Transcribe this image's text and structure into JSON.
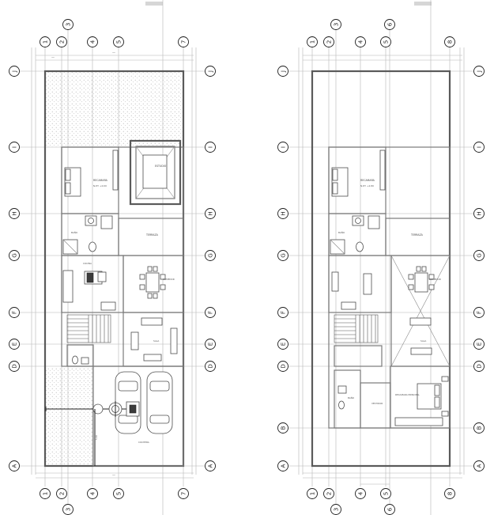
{
  "plans": [
    {
      "name": "left",
      "top_axes": [
        "1",
        "2",
        "3",
        "4",
        "5",
        "7"
      ],
      "bottom_axes": [
        "1",
        "2",
        "3",
        "4",
        "5",
        "7"
      ],
      "row_axes": [
        "J",
        "I",
        "H",
        "G",
        "F",
        "E",
        "D",
        "A"
      ],
      "rooms": [
        {
          "key": "recamara",
          "text": "RECAMARA"
        },
        {
          "key": "estudio",
          "text": "ESTUDIO"
        },
        {
          "key": "bano",
          "text": "BAÑO"
        },
        {
          "key": "terraza",
          "text": "TERRAZA"
        },
        {
          "key": "cocina",
          "text": "COCINA"
        },
        {
          "key": "comedor",
          "text": "COMEDOR"
        },
        {
          "key": "sala",
          "text": "SALA"
        },
        {
          "key": "cochera",
          "text": "COCHERA"
        }
      ],
      "level_tag": "N.P.T. +0.00",
      "cut_dimension": "5.30"
    },
    {
      "name": "right",
      "top_axes": [
        "1",
        "2",
        "3",
        "4",
        "5",
        "6",
        "8"
      ],
      "bottom_axes": [
        "1",
        "2",
        "3",
        "4",
        "5",
        "6",
        "8"
      ],
      "row_axes": [
        "J",
        "I",
        "H",
        "G",
        "F",
        "E",
        "D",
        "B",
        "A"
      ],
      "rooms": [
        {
          "key": "recamara",
          "text": "RECAMARA"
        },
        {
          "key": "bano",
          "text": "BAÑO"
        },
        {
          "key": "terraza",
          "text": "TERRAZA"
        },
        {
          "key": "comedor",
          "text": "COMEDOR"
        },
        {
          "key": "sala",
          "text": "SALA"
        },
        {
          "key": "bano2",
          "text": "BAÑO"
        },
        {
          "key": "vestidor",
          "text": "VESTIDOR"
        },
        {
          "key": "recamara_principal",
          "text": "RECAMARA PRINCIPAL"
        }
      ],
      "level_tag": "N.P.T. +2.80"
    }
  ]
}
